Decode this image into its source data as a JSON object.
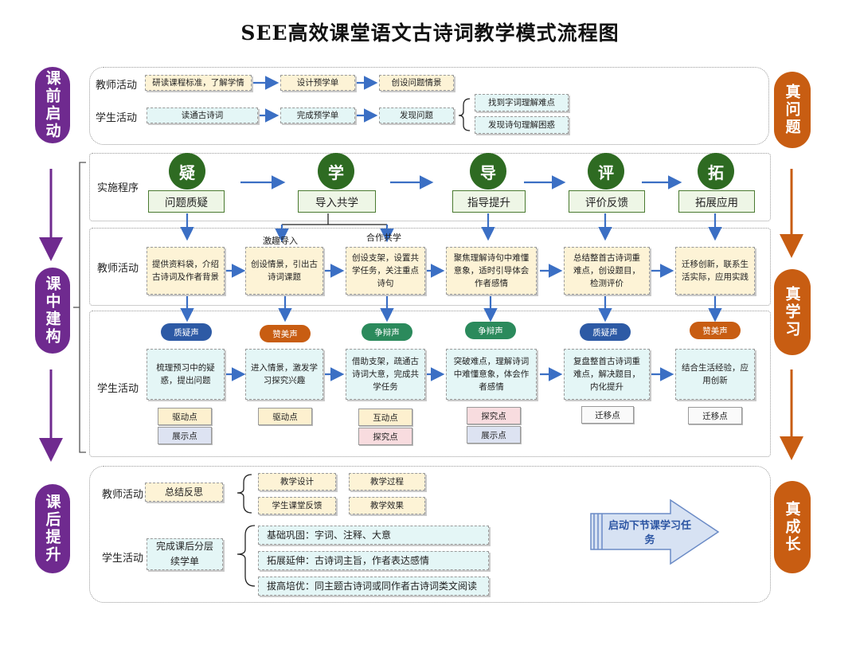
{
  "title": "SEE高效课堂语文古诗词教学模式流程图",
  "left_pills": [
    "课前启动",
    "课中建构",
    "课后提升"
  ],
  "right_pills": [
    "真问题",
    "真学习",
    "真成长"
  ],
  "pre_class": {
    "teacher_label": "教师活动",
    "student_label": "学生活动",
    "teacher_steps": [
      "研读课程标准，了解学情",
      "设计预学单",
      "创设问题情景"
    ],
    "student_steps": [
      "读通古诗词",
      "完成预学单",
      "发现问题"
    ],
    "problems": [
      "找到字词理解难点",
      "发现诗句理解困惑"
    ]
  },
  "in_class": {
    "procedure_label": "实施程序",
    "teacher_label": "教师活动",
    "student_label": "学生活动",
    "stages": [
      {
        "char": "疑",
        "label": "问题质疑"
      },
      {
        "char": "学",
        "label": "导入共学"
      },
      {
        "char": "导",
        "label": "指导提升"
      },
      {
        "char": "评",
        "label": "评价反馈"
      },
      {
        "char": "拓",
        "label": "拓展应用"
      }
    ],
    "sub_labels": [
      "激趣导入",
      "合作共学"
    ],
    "teacher_boxes": [
      "提供资料袋，介绍古诗词及作者背景",
      "创设情景，引出古诗词课题",
      "创设支架，设置共学任务，关注重点诗句",
      "聚焦理解诗句中难懂意象，适时引导体会作者感情",
      "总结整首古诗词重难点，创设题目，检测评价",
      "迁移创新，联系生活实际，应用实践"
    ],
    "voices": [
      "质疑声",
      "赞美声",
      "争辩声",
      "争辩声",
      "质疑声",
      "赞美声"
    ],
    "student_boxes": [
      "梳理预习中的疑惑，提出问题",
      "进入情景，激发学习探究兴趣",
      "借助支架，疏通古诗词大意，完成共学任务",
      "突破难点，理解诗词中难懂意象，体会作者感情",
      "复盘整首古诗词重难点，解决题目，内化提升",
      "结合生活经验，应用创新"
    ],
    "points": [
      [
        "驱动点",
        "展示点"
      ],
      [
        "驱动点"
      ],
      [
        "互动点",
        "探究点"
      ],
      [
        "探究点",
        "展示点"
      ],
      [
        "迁移点"
      ],
      [
        "迁移点"
      ]
    ]
  },
  "post_class": {
    "teacher_label": "教师活动",
    "student_label": "学生活动",
    "teacher_summary": "总结反思",
    "teacher_items": [
      "教学设计",
      "教学过程",
      "学生课堂反馈",
      "教学效果"
    ],
    "student_task": "完成课后分层续学单",
    "student_items": [
      "基础巩固：字词、注释、大意",
      "拓展延伸：古诗词主旨，作者表达感情",
      "拔高培优：同主题古诗词或同作者古诗词类文阅读"
    ],
    "next_lesson": "启动下节课学习任务"
  },
  "colors": {
    "purple": "#6f2a8f",
    "orange": "#c85d12",
    "green": "#2e6b22",
    "arrow_blue": "#3b6fc4"
  }
}
